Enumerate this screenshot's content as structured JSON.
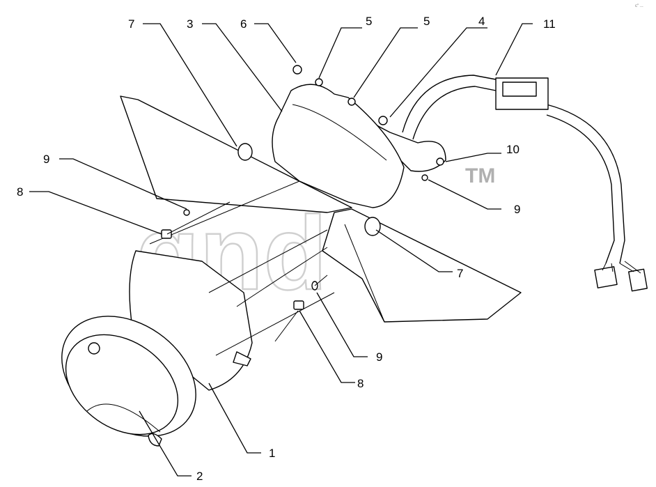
{
  "watermark": {
    "text": "gnd",
    "trademark": "TM"
  },
  "corner_mark": "c\" ...",
  "callouts": [
    {
      "id": "label-7-top",
      "text": "7"
    },
    {
      "id": "label-3",
      "text": "3"
    },
    {
      "id": "label-6",
      "text": "6"
    },
    {
      "id": "label-5-a",
      "text": "5"
    },
    {
      "id": "label-5-b",
      "text": "5"
    },
    {
      "id": "label-4",
      "text": "4"
    },
    {
      "id": "label-11",
      "text": "11"
    },
    {
      "id": "label-9-left",
      "text": "9"
    },
    {
      "id": "label-10",
      "text": "10"
    },
    {
      "id": "label-8-left",
      "text": "8"
    },
    {
      "id": "label-9-right",
      "text": "9"
    },
    {
      "id": "label-7-right",
      "text": "7"
    },
    {
      "id": "label-9-bottom",
      "text": "9"
    },
    {
      "id": "label-8-bottom",
      "text": "8"
    },
    {
      "id": "label-1",
      "text": "1"
    },
    {
      "id": "label-2",
      "text": "2"
    }
  ]
}
